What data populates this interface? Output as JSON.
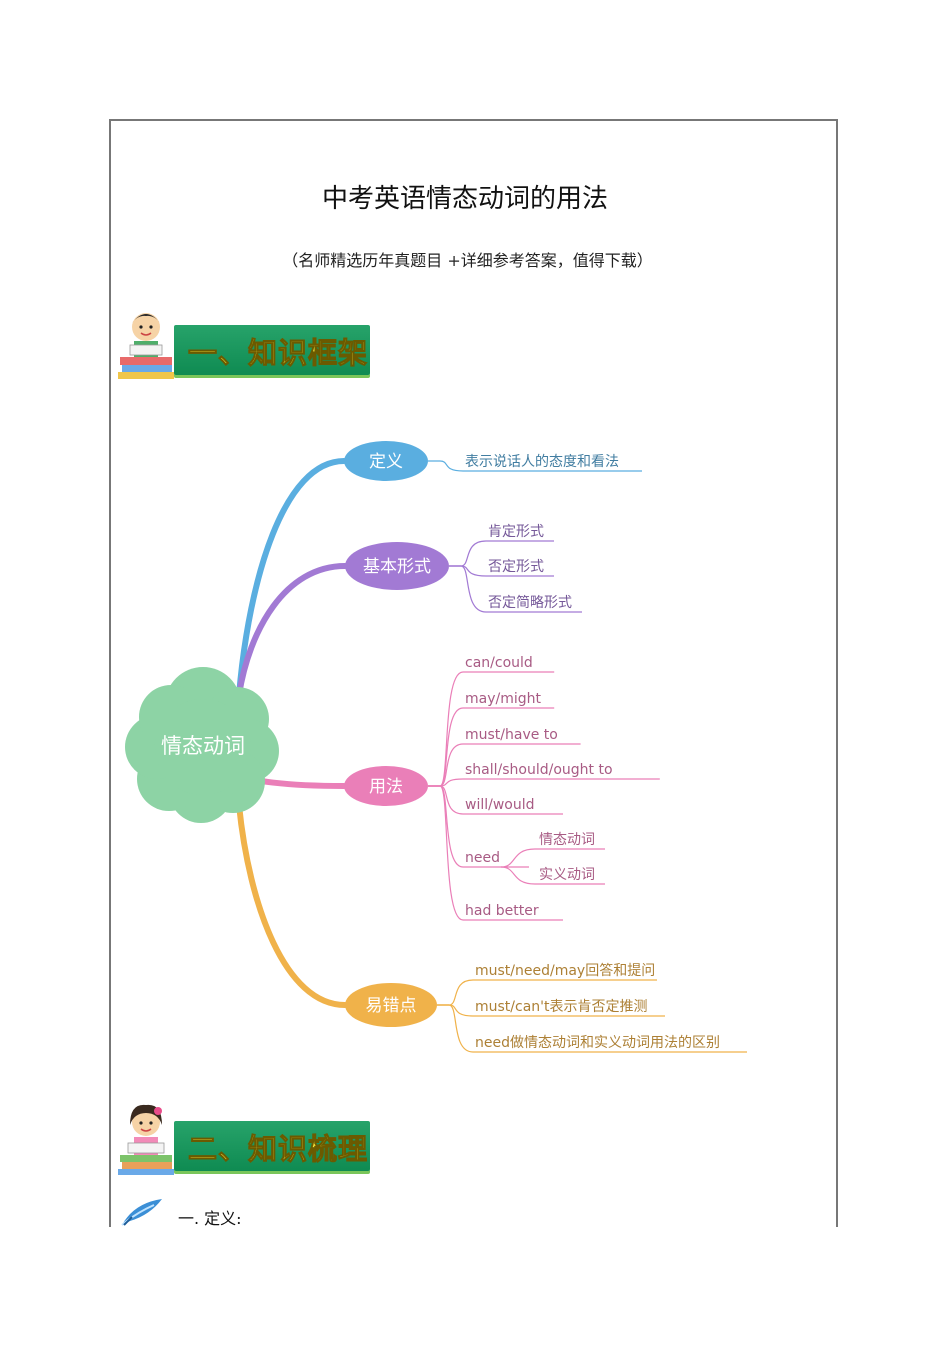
{
  "document": {
    "title": "中考英语情态动词的用法",
    "subtitle": "（名师精选历年真题目 +详细参考答案，值得下载）"
  },
  "banners": [
    {
      "label": "一、知识框架"
    },
    {
      "label": "二、知识梳理"
    }
  ],
  "mindmap": {
    "center": "情态动词",
    "colors": {
      "definition": "#5aaee0",
      "forms": "#a27ad4",
      "usage": "#ea7fb8",
      "errors": "#f0b24a",
      "center": "#8dd3a5"
    },
    "branches": {
      "definition": {
        "label": "定义",
        "items": [
          "表示说话人的态度和看法"
        ]
      },
      "forms": {
        "label": "基本形式",
        "items": [
          "肯定形式",
          "否定形式",
          "否定简略形式"
        ]
      },
      "usage": {
        "label": "用法",
        "items": [
          "can/could",
          "may/might",
          "must/have to",
          "shall/should/ought to",
          "will/would",
          "need",
          "had better"
        ],
        "need_sub": [
          "情态动词",
          "实义动词"
        ]
      },
      "errors": {
        "label": "易错点",
        "items": [
          "must/need/may回答和提问",
          "must/can't表示肯否定推测",
          "need做情态动词和实义动词用法的区别"
        ]
      }
    }
  },
  "section": {
    "label": "一. 定义:"
  },
  "icons": [
    "reading-boy-icon",
    "reading-girl-icon",
    "feather-quill-icon"
  ]
}
